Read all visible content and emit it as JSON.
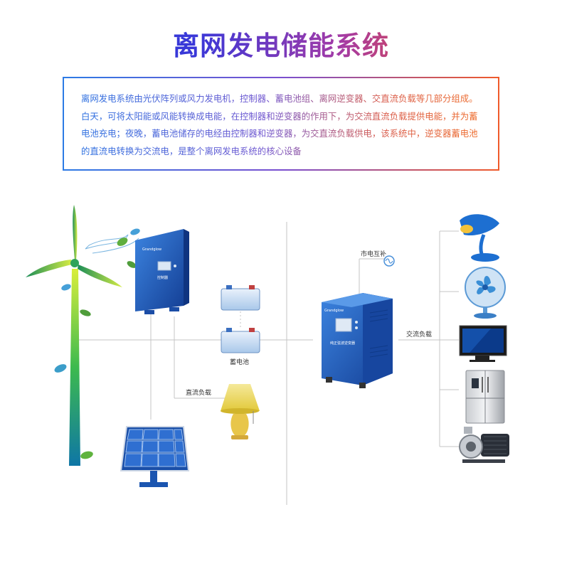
{
  "title": "离网发电储能系统",
  "description": "离网发电系统由光伏阵列或风力发电机，控制器、蓄电池组、离网逆变器、交直流负载等几部分组成。白天，可将太阳能或风能转换成电能，在控制器和逆变器的作用下，为交流直流负载提供电能，并为蓄电池充电；夜晚，蓄电池储存的电经由控制器和逆变器，为交直流负载供电，该系统中，逆变器蓄电池的直流电转换为交流电，是整个离网发电系统的核心设备",
  "labels": {
    "controller": "控制器",
    "battery": "蓄电池",
    "dc_load": "直流负载",
    "grid_supplement": "市电互补",
    "ac_load": "交流负载",
    "inverter_panel": "纯正弦波逆变器",
    "brand_controller": "Grandglow",
    "brand_inverter": "Grandglow"
  },
  "colors": {
    "title_start": "#1d3fd6",
    "title_end": "#f37a22",
    "device_blue": "#1f55b8",
    "line": "#bfbfbf"
  },
  "icons": [
    "wind-turbine-icon",
    "solar-panel-icon",
    "controller-icon",
    "battery-icon",
    "dc-lamp-icon",
    "inverter-icon",
    "desk-lamp-icon",
    "fan-icon",
    "tv-icon",
    "refrigerator-icon",
    "water-pump-icon"
  ]
}
